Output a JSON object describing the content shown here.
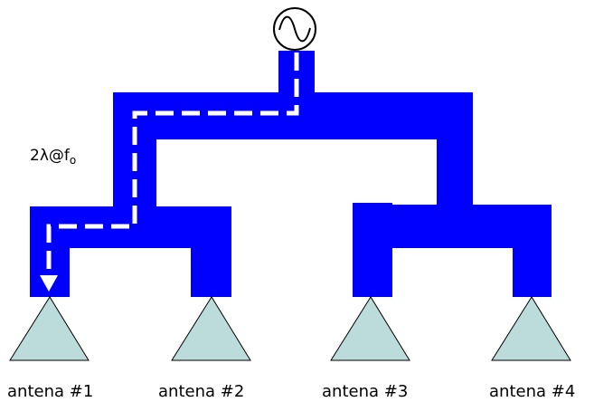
{
  "diagram": {
    "path_label": {
      "main": "2λ@f",
      "subscript": "o"
    },
    "antennas": [
      {
        "label": "antena #1"
      },
      {
        "label": "antena #2"
      },
      {
        "label": "antena #3"
      },
      {
        "label": "antena #4"
      }
    ],
    "colors": {
      "feed_line": "#0000ff",
      "antenna_fill": "#bcdcdc",
      "antenna_stroke": "#000000",
      "signal_path": "#ffffff"
    },
    "icons": {
      "source": "ac-source-icon",
      "signal_arrow": "arrow-down-icon"
    }
  }
}
